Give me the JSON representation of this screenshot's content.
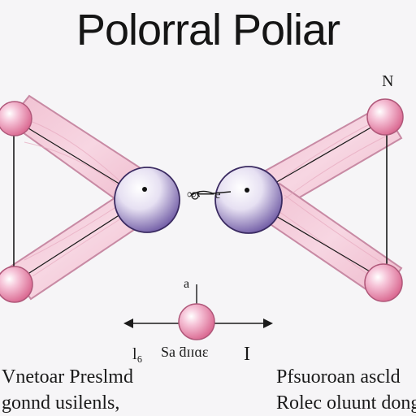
{
  "title": "Polorral Poliar",
  "labels": {
    "top_right": "N",
    "center_mark": "∞⟵e",
    "ball_mark": "a",
    "bottom_left_mark": "l₆",
    "bottom_mid": "Sa ƌɪɪɑɛ",
    "bottom_right_mark": "I"
  },
  "captions": {
    "left_line1": "Vnetoar Preslmd",
    "left_line2": "gonnd usilenls,",
    "right_line1": "Pfsuoroan ascld",
    "right_line2": "Rolec oluunt dong"
  },
  "colors": {
    "pink_fill": "#f3c9d8",
    "pink_stroke": "#c88aa4",
    "atom_pink": "#e58bb0",
    "atom_purple": "#b6a6d6",
    "line": "#1b1b1b"
  },
  "icons": {
    "arrow_left": "arrow-left-icon",
    "arrow_right": "arrow-right-icon"
  }
}
